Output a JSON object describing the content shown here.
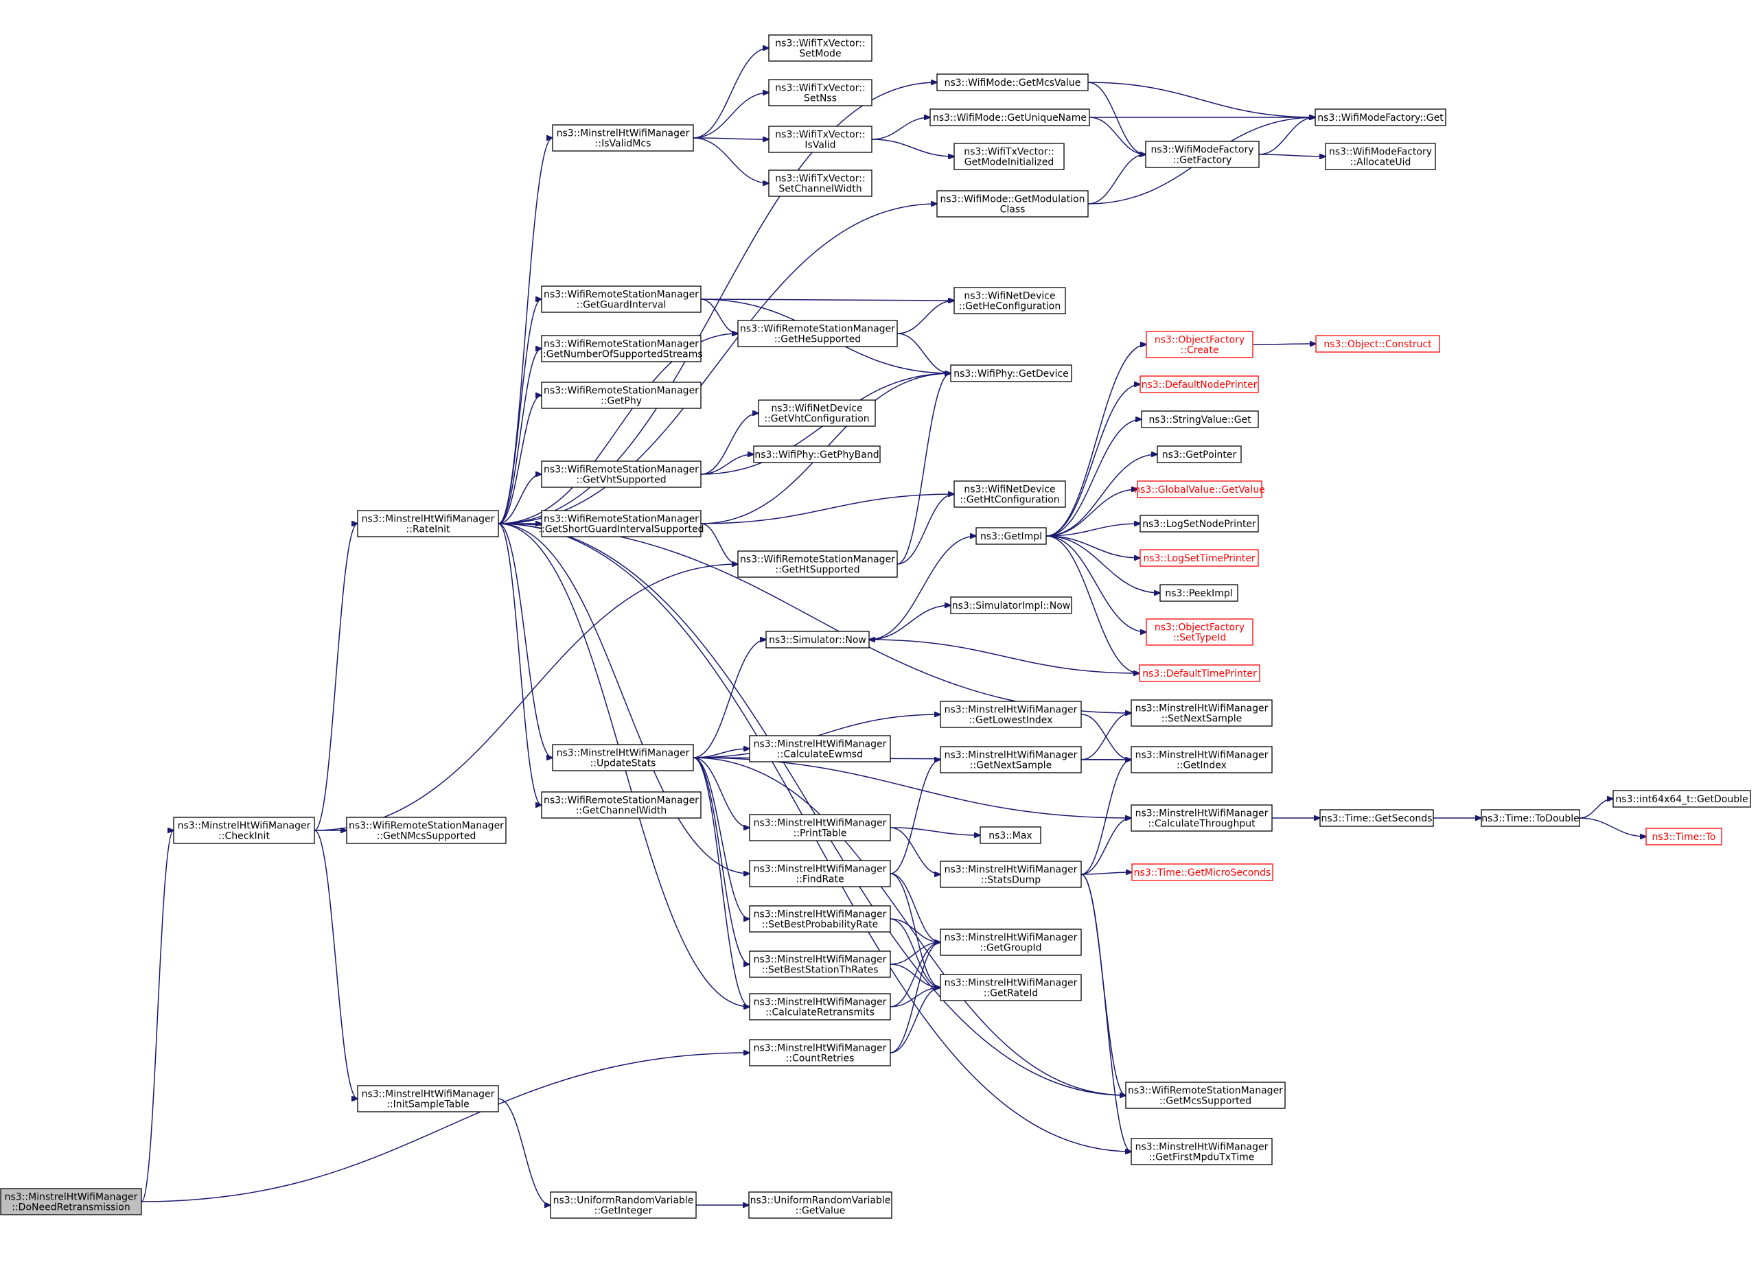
{
  "colors": {
    "edge": "#191970",
    "node_border": "#000000",
    "highlight_border": "#ff0000",
    "root_fill": "#bfbfbf",
    "background": "#ffffff"
  },
  "nodes": [
    {
      "id": "DoNeedRetransmission",
      "lines": [
        "ns3::MinstrelHtWifiManager",
        "::DoNeedRetransmission"
      ],
      "style": "root"
    },
    {
      "id": "CheckInit",
      "lines": [
        "ns3::MinstrelHtWifiManager",
        "::CheckInit"
      ]
    },
    {
      "id": "RateInit",
      "lines": [
        "ns3::MinstrelHtWifiManager",
        "::RateInit"
      ]
    },
    {
      "id": "InitSampleTable",
      "lines": [
        "ns3::MinstrelHtWifiManager",
        "::InitSampleTable"
      ]
    },
    {
      "id": "GetNMcsSupported",
      "lines": [
        "ns3::WifiRemoteStationManager",
        "::GetNMcsSupported"
      ]
    },
    {
      "id": "IsValidMcs",
      "lines": [
        "ns3::MinstrelHtWifiManager",
        "::IsValidMcs"
      ]
    },
    {
      "id": "GetGuardInterval",
      "lines": [
        "ns3::WifiRemoteStationManager",
        "::GetGuardInterval"
      ]
    },
    {
      "id": "GetNumberOfSupportedStreams",
      "lines": [
        "ns3::WifiRemoteStationManager",
        "::GetNumberOfSupportedStreams"
      ]
    },
    {
      "id": "GetPhy",
      "lines": [
        "ns3::WifiRemoteStationManager",
        "::GetPhy"
      ]
    },
    {
      "id": "GetVhtSupported",
      "lines": [
        "ns3::WifiRemoteStationManager",
        "::GetVhtSupported"
      ]
    },
    {
      "id": "GetShortGuardIntervalSupported",
      "lines": [
        "ns3::WifiRemoteStationManager",
        "::GetShortGuardIntervalSupported"
      ]
    },
    {
      "id": "UpdateStats",
      "lines": [
        "ns3::MinstrelHtWifiManager",
        "::UpdateStats"
      ]
    },
    {
      "id": "GetChannelWidth",
      "lines": [
        "ns3::WifiRemoteStationManager",
        "::GetChannelWidth"
      ]
    },
    {
      "id": "UniformGetInteger",
      "lines": [
        "ns3::UniformRandomVariable",
        "::GetInteger"
      ]
    },
    {
      "id": "UniformGetValue",
      "lines": [
        "ns3::UniformRandomVariable",
        "::GetValue"
      ]
    },
    {
      "id": "SetMode",
      "lines": [
        "ns3::WifiTxVector::",
        "SetMode"
      ]
    },
    {
      "id": "SetNss",
      "lines": [
        "ns3::WifiTxVector::",
        "SetNss"
      ]
    },
    {
      "id": "IsValid",
      "lines": [
        "ns3::WifiTxVector::",
        "IsValid"
      ]
    },
    {
      "id": "SetChannelWidth",
      "lines": [
        "ns3::WifiTxVector::",
        "SetChannelWidth"
      ]
    },
    {
      "id": "GetHeSupported",
      "lines": [
        "ns3::WifiRemoteStationManager",
        "::GetHeSupported"
      ]
    },
    {
      "id": "GetVhtConfiguration",
      "lines": [
        "ns3::WifiNetDevice",
        "::GetVhtConfiguration"
      ]
    },
    {
      "id": "GetPhyBand",
      "lines": [
        "ns3::WifiPhy::GetPhyBand"
      ]
    },
    {
      "id": "GetHtSupported",
      "lines": [
        "ns3::WifiRemoteStationManager",
        "::GetHtSupported"
      ]
    },
    {
      "id": "SimulatorNow",
      "lines": [
        "ns3::Simulator::Now"
      ]
    },
    {
      "id": "CalculateEwmsd",
      "lines": [
        "ns3::MinstrelHtWifiManager",
        "::CalculateEwmsd"
      ]
    },
    {
      "id": "PrintTable",
      "lines": [
        "ns3::MinstrelHtWifiManager",
        "::PrintTable"
      ]
    },
    {
      "id": "FindRate",
      "lines": [
        "ns3::MinstrelHtWifiManager",
        "::FindRate"
      ]
    },
    {
      "id": "SetBestProbabilityRate",
      "lines": [
        "ns3::MinstrelHtWifiManager",
        "::SetBestProbabilityRate"
      ]
    },
    {
      "id": "SetBestStationThRates",
      "lines": [
        "ns3::MinstrelHtWifiManager",
        "::SetBestStationThRates"
      ]
    },
    {
      "id": "CalculateRetransmits",
      "lines": [
        "ns3::MinstrelHtWifiManager",
        "::CalculateRetransmits"
      ]
    },
    {
      "id": "CountRetries",
      "lines": [
        "ns3::MinstrelHtWifiManager",
        "::CountRetries"
      ]
    },
    {
      "id": "GetMcsValue",
      "lines": [
        "ns3::WifiMode::GetMcsValue"
      ]
    },
    {
      "id": "GetUniqueName",
      "lines": [
        "ns3::WifiMode::GetUniqueName"
      ]
    },
    {
      "id": "GetModeInitialized",
      "lines": [
        "ns3::WifiTxVector::",
        "GetModeInitialized"
      ]
    },
    {
      "id": "GetModulationClass",
      "lines": [
        "ns3::WifiMode::GetModulation",
        "Class"
      ]
    },
    {
      "id": "GetHeConfiguration",
      "lines": [
        "ns3::WifiNetDevice",
        "::GetHeConfiguration"
      ]
    },
    {
      "id": "WifiPhyGetDevice",
      "lines": [
        "ns3::WifiPhy::GetDevice"
      ]
    },
    {
      "id": "GetHtConfiguration",
      "lines": [
        "ns3::WifiNetDevice",
        "::GetHtConfiguration"
      ]
    },
    {
      "id": "GetImpl",
      "lines": [
        "ns3::GetImpl"
      ]
    },
    {
      "id": "SimulatorImplNow",
      "lines": [
        "ns3::SimulatorImpl::Now"
      ]
    },
    {
      "id": "GetLowestIndex",
      "lines": [
        "ns3::MinstrelHtWifiManager",
        "::GetLowestIndex"
      ]
    },
    {
      "id": "GetNextSample",
      "lines": [
        "ns3::MinstrelHtWifiManager",
        "::GetNextSample"
      ]
    },
    {
      "id": "Max",
      "lines": [
        "ns3::Max"
      ]
    },
    {
      "id": "StatsDump",
      "lines": [
        "ns3::MinstrelHtWifiManager",
        "::StatsDump"
      ]
    },
    {
      "id": "GetGroupId",
      "lines": [
        "ns3::MinstrelHtWifiManager",
        "::GetGroupId"
      ]
    },
    {
      "id": "GetRateId",
      "lines": [
        "ns3::MinstrelHtWifiManager",
        "::GetRateId"
      ]
    },
    {
      "id": "ModeFactoryGetFactory",
      "lines": [
        "ns3::WifiModeFactory",
        "::GetFactory"
      ]
    },
    {
      "id": "ModeFactoryGet",
      "lines": [
        "ns3::WifiModeFactory::Get"
      ]
    },
    {
      "id": "AllocateUid",
      "lines": [
        "ns3::WifiModeFactory",
        "::AllocateUid"
      ]
    },
    {
      "id": "ObjectFactoryCreate",
      "lines": [
        "ns3::ObjectFactory",
        "::Create"
      ],
      "style": "red"
    },
    {
      "id": "ObjectConstruct",
      "lines": [
        "ns3::Object::Construct"
      ],
      "style": "red"
    },
    {
      "id": "DefaultNodePrinter",
      "lines": [
        "ns3::DefaultNodePrinter"
      ],
      "style": "red"
    },
    {
      "id": "StringValueGet",
      "lines": [
        "ns3::StringValue::Get"
      ]
    },
    {
      "id": "GetPointer",
      "lines": [
        "ns3::GetPointer"
      ]
    },
    {
      "id": "GlobalValueGetValue",
      "lines": [
        "ns3::GlobalValue::GetValue"
      ],
      "style": "red"
    },
    {
      "id": "LogSetNodePrinter",
      "lines": [
        "ns3::LogSetNodePrinter"
      ]
    },
    {
      "id": "LogSetTimePrinter",
      "lines": [
        "ns3::LogSetTimePrinter"
      ],
      "style": "red"
    },
    {
      "id": "PeekImpl",
      "lines": [
        "ns3::PeekImpl"
      ]
    },
    {
      "id": "ObjectFactorySetTypeId",
      "lines": [
        "ns3::ObjectFactory",
        "::SetTypeId"
      ],
      "style": "red"
    },
    {
      "id": "DefaultTimePrinter",
      "lines": [
        "ns3::DefaultTimePrinter"
      ],
      "style": "red"
    },
    {
      "id": "SetNextSample",
      "lines": [
        "ns3::MinstrelHtWifiManager",
        "::SetNextSample"
      ]
    },
    {
      "id": "GetIndex",
      "lines": [
        "ns3::MinstrelHtWifiManager",
        "::GetIndex"
      ]
    },
    {
      "id": "CalculateThroughput",
      "lines": [
        "ns3::MinstrelHtWifiManager",
        "::CalculateThroughput"
      ]
    },
    {
      "id": "GetMicroSeconds",
      "lines": [
        "ns3::Time::GetMicroSeconds"
      ],
      "style": "red"
    },
    {
      "id": "GetMcsSupported",
      "lines": [
        "ns3::WifiRemoteStationManager",
        "::GetMcsSupported"
      ]
    },
    {
      "id": "GetFirstMpduTxTime",
      "lines": [
        "ns3::MinstrelHtWifiManager",
        "::GetFirstMpduTxTime"
      ]
    },
    {
      "id": "TimeGetSeconds",
      "lines": [
        "ns3::Time::GetSeconds"
      ]
    },
    {
      "id": "TimeToDouble",
      "lines": [
        "ns3::Time::ToDouble"
      ]
    },
    {
      "id": "Int64GetDouble",
      "lines": [
        "ns3::int64x64_t::GetDouble"
      ]
    },
    {
      "id": "TimeTo",
      "lines": [
        "ns3::Time::To"
      ],
      "style": "red"
    }
  ],
  "edges": [
    [
      "DoNeedRetransmission",
      "CheckInit"
    ],
    [
      "DoNeedRetransmission",
      "CountRetries"
    ],
    [
      "CheckInit",
      "RateInit"
    ],
    [
      "CheckInit",
      "GetNMcsSupported"
    ],
    [
      "CheckInit",
      "InitSampleTable"
    ],
    [
      "CheckInit",
      "GetHtSupported"
    ],
    [
      "InitSampleTable",
      "UniformGetInteger"
    ],
    [
      "UniformGetInteger",
      "UniformGetValue"
    ],
    [
      "RateInit",
      "GetMcsValue"
    ],
    [
      "RateInit",
      "IsValidMcs"
    ],
    [
      "RateInit",
      "GetModulationClass"
    ],
    [
      "RateInit",
      "GetGuardInterval"
    ],
    [
      "RateInit",
      "GetNumberOfSupportedStreams"
    ],
    [
      "RateInit",
      "GetPhy"
    ],
    [
      "RateInit",
      "GetHeSupported"
    ],
    [
      "RateInit",
      "GetVhtSupported"
    ],
    [
      "RateInit",
      "GetShortGuardIntervalSupported"
    ],
    [
      "RateInit",
      "SetNextSample"
    ],
    [
      "RateInit",
      "UpdateStats"
    ],
    [
      "RateInit",
      "GetChannelWidth"
    ],
    [
      "RateInit",
      "FindRate"
    ],
    [
      "RateInit",
      "CalculateRetransmits"
    ],
    [
      "RateInit",
      "GetMcsSupported"
    ],
    [
      "RateInit",
      "GetFirstMpduTxTime"
    ],
    [
      "IsValidMcs",
      "SetMode"
    ],
    [
      "IsValidMcs",
      "SetNss"
    ],
    [
      "IsValidMcs",
      "IsValid"
    ],
    [
      "IsValidMcs",
      "SetChannelWidth"
    ],
    [
      "IsValid",
      "GetUniqueName"
    ],
    [
      "IsValid",
      "GetModeInitialized"
    ],
    [
      "GetMcsValue",
      "ModeFactoryGetFactory"
    ],
    [
      "GetMcsValue",
      "ModeFactoryGet"
    ],
    [
      "GetUniqueName",
      "ModeFactoryGetFactory"
    ],
    [
      "GetUniqueName",
      "ModeFactoryGet"
    ],
    [
      "GetModulationClass",
      "ModeFactoryGetFactory"
    ],
    [
      "GetModulationClass",
      "ModeFactoryGet"
    ],
    [
      "ModeFactoryGetFactory",
      "ModeFactoryGet"
    ],
    [
      "ModeFactoryGetFactory",
      "AllocateUid"
    ],
    [
      "GetGuardInterval",
      "GetHeConfiguration"
    ],
    [
      "GetGuardInterval",
      "GetHeSupported"
    ],
    [
      "GetGuardInterval",
      "WifiPhyGetDevice"
    ],
    [
      "GetHeSupported",
      "GetHeConfiguration"
    ],
    [
      "GetHeSupported",
      "WifiPhyGetDevice"
    ],
    [
      "GetVhtSupported",
      "GetVhtConfiguration"
    ],
    [
      "GetVhtSupported",
      "GetPhyBand"
    ],
    [
      "GetVhtSupported",
      "WifiPhyGetDevice"
    ],
    [
      "GetShortGuardIntervalSupported",
      "WifiPhyGetDevice"
    ],
    [
      "GetShortGuardIntervalSupported",
      "GetHtConfiguration"
    ],
    [
      "GetShortGuardIntervalSupported",
      "GetHtSupported"
    ],
    [
      "GetHtSupported",
      "GetHtConfiguration"
    ],
    [
      "GetHtSupported",
      "WifiPhyGetDevice"
    ],
    [
      "UpdateStats",
      "SimulatorNow"
    ],
    [
      "UpdateStats",
      "GetIndex"
    ],
    [
      "UpdateStats",
      "GetLowestIndex"
    ],
    [
      "UpdateStats",
      "CalculateEwmsd"
    ],
    [
      "UpdateStats",
      "CalculateThroughput"
    ],
    [
      "UpdateStats",
      "PrintTable"
    ],
    [
      "UpdateStats",
      "SetBestProbabilityRate"
    ],
    [
      "UpdateStats",
      "SetBestStationThRates"
    ],
    [
      "UpdateStats",
      "CalculateRetransmits"
    ],
    [
      "UpdateStats",
      "GetMcsSupported"
    ],
    [
      "SimulatorNow",
      "GetImpl"
    ],
    [
      "SimulatorNow",
      "SimulatorImplNow"
    ],
    [
      "GetImpl",
      "ObjectFactoryCreate"
    ],
    [
      "GetImpl",
      "DefaultNodePrinter"
    ],
    [
      "GetImpl",
      "StringValueGet"
    ],
    [
      "GetImpl",
      "GetPointer"
    ],
    [
      "GetImpl",
      "GlobalValueGetValue"
    ],
    [
      "GetImpl",
      "LogSetNodePrinter"
    ],
    [
      "GetImpl",
      "LogSetTimePrinter"
    ],
    [
      "GetImpl",
      "PeekImpl"
    ],
    [
      "GetImpl",
      "ObjectFactorySetTypeId"
    ],
    [
      "GetImpl",
      "DefaultTimePrinter"
    ],
    [
      "ObjectFactoryCreate",
      "ObjectConstruct"
    ],
    [
      "DefaultTimePrinter",
      "SimulatorNow"
    ],
    [
      "GetLowestIndex",
      "GetIndex"
    ],
    [
      "GetNextSample",
      "SetNextSample"
    ],
    [
      "GetNextSample",
      "GetIndex"
    ],
    [
      "PrintTable",
      "Max"
    ],
    [
      "PrintTable",
      "StatsDump"
    ],
    [
      "FindRate",
      "GetNextSample"
    ],
    [
      "FindRate",
      "GetGroupId"
    ],
    [
      "FindRate",
      "GetRateId"
    ],
    [
      "SetBestProbabilityRate",
      "GetGroupId"
    ],
    [
      "SetBestProbabilityRate",
      "GetRateId"
    ],
    [
      "SetBestStationThRates",
      "GetGroupId"
    ],
    [
      "SetBestStationThRates",
      "GetRateId"
    ],
    [
      "CalculateRetransmits",
      "GetGroupId"
    ],
    [
      "CalculateRetransmits",
      "GetRateId"
    ],
    [
      "CountRetries",
      "GetGroupId"
    ],
    [
      "CountRetries",
      "GetRateId"
    ],
    [
      "StatsDump",
      "GetIndex"
    ],
    [
      "StatsDump",
      "CalculateThroughput"
    ],
    [
      "StatsDump",
      "GetMicroSeconds"
    ],
    [
      "StatsDump",
      "GetMcsSupported"
    ],
    [
      "StatsDump",
      "GetFirstMpduTxTime"
    ],
    [
      "CalculateThroughput",
      "TimeGetSeconds"
    ],
    [
      "TimeGetSeconds",
      "TimeToDouble"
    ],
    [
      "TimeToDouble",
      "Int64GetDouble"
    ],
    [
      "TimeToDouble",
      "TimeTo"
    ]
  ]
}
